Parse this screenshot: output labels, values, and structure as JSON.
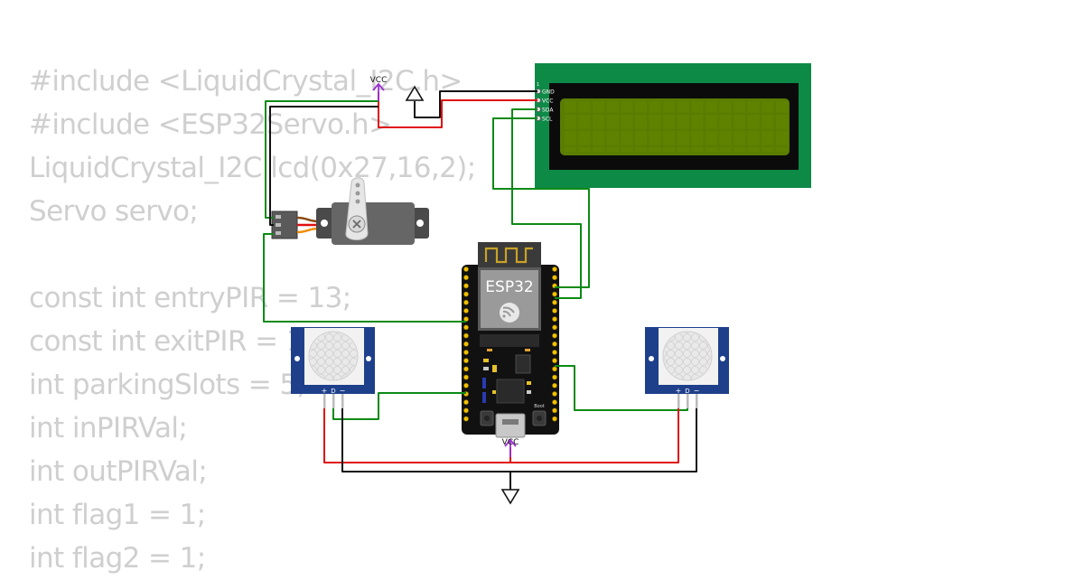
{
  "code_lines": [
    "#include <LiquidCrystal_I2C.h>",
    "#include <ESP32Servo.h>",
    "LiquidCrystal_I2C lcd(0x27,16,2);",
    "Servo servo;",
    "",
    "const int entryPIR = 13;",
    "const int exitPIR = 1",
    "int parkingSlots = 5;",
    "int inPIRVal;",
    "int outPIRVal;",
    "int flag1 = 1;",
    "int flag2 = 1;"
  ],
  "power": {
    "vcc_label": "VCC"
  },
  "lcd": {
    "pin_labels": [
      "1",
      "GND",
      "VCC",
      "SDA",
      "SCL"
    ]
  },
  "esp32": {
    "label": "ESP32",
    "boot_label": "Boot"
  },
  "pir": {
    "plus_label": "+",
    "data_label": "D",
    "minus_label": "−"
  },
  "colors": {
    "wire_green": "#0b8a15",
    "wire_red": "#e01010",
    "wire_black": "#111111",
    "power_purple": "#9b30d0",
    "lcd_pcb": "#0e8a47",
    "lcd_screen": "#5a7d00",
    "pir_blue": "#1e3f8a",
    "code_text": "#cfcfcf"
  }
}
